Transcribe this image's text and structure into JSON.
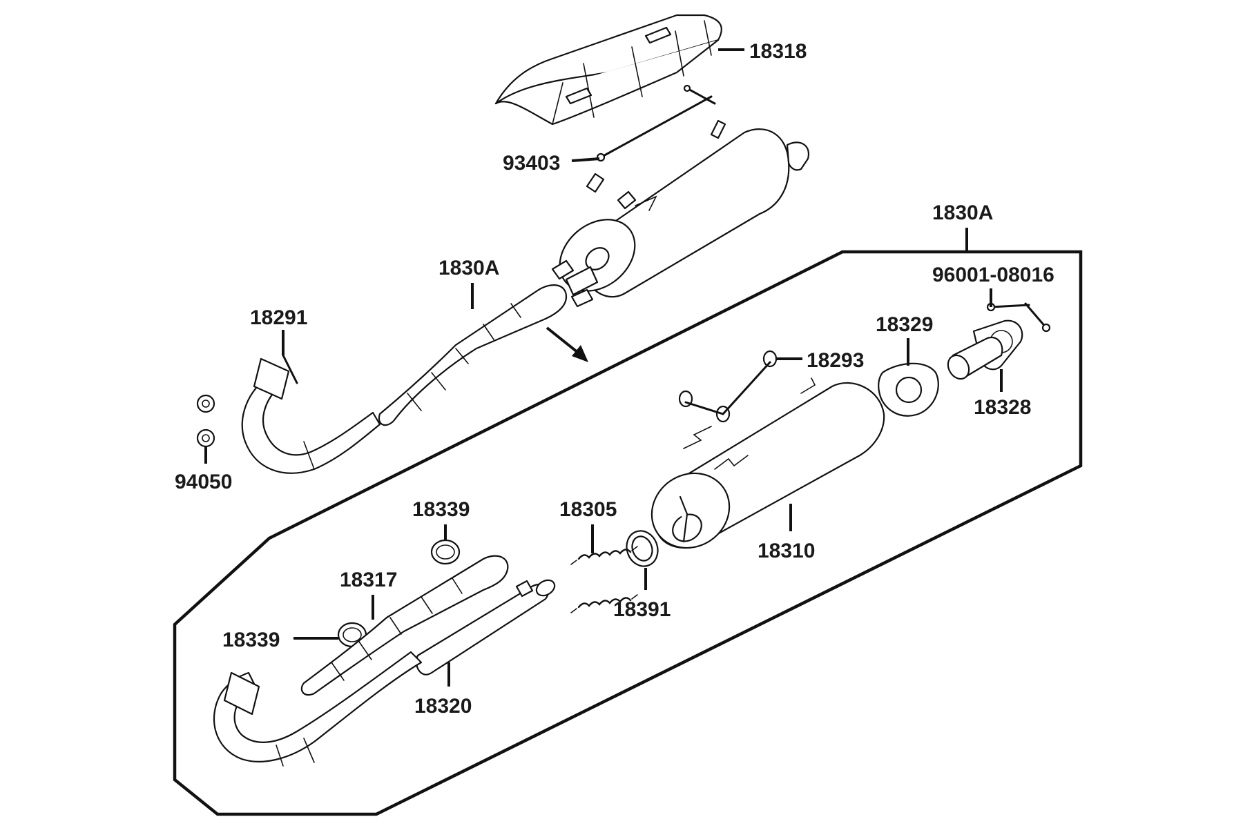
{
  "labels": {
    "p18318": "18318",
    "p93403": "93403",
    "p1830A_top": "1830A",
    "p1830A_assembly": "1830A",
    "p96001": "96001-08016",
    "p18329": "18329",
    "p18291": "18291",
    "p18293": "18293",
    "p18328": "18328",
    "p94050": "94050",
    "p18339_top": "18339",
    "p18305": "18305",
    "p18310": "18310",
    "p18317": "18317",
    "p18391": "18391",
    "p18339_bottom": "18339",
    "p18320": "18320"
  },
  "colors": {
    "line": "#111111",
    "text": "#1a1a1a",
    "background": "#ffffff"
  }
}
